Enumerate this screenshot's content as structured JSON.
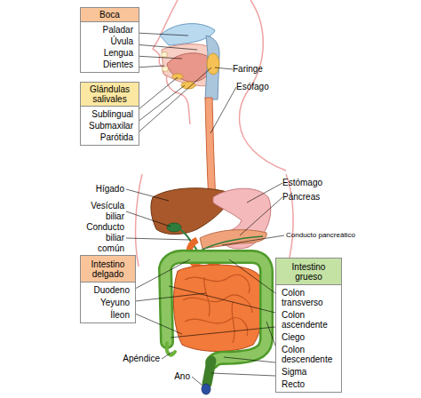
{
  "diagram": {
    "nodes": [
      {
        "text": [
          "Boca",
          "Paladar",
          "Úvula",
          "Lengua",
          "Dientes"
        ]
      },
      {
        "text": [
          "Glándulas salivales",
          "Sublingual",
          "Submaxilar",
          "Parótida"
        ]
      },
      {
        "text": [
          "Intestino delgado",
          "Duodeno",
          "Yeyuno",
          "Íleon"
        ]
      },
      {
        "text": [
          "Intestino grueso",
          "Colon transverso",
          "Colon ascendente",
          "Ciego",
          "Colon descendente",
          "Sigma",
          "Recto"
        ]
      }
    ],
    "labels": [
      "Faringe",
      "Esófago",
      "Hígado",
      "Vesícula biliar",
      "Conducto biliar común",
      "Estómago",
      "Páncreas",
      "Conducto pancreático",
      "Apéndice",
      "Ano"
    ]
  }
}
